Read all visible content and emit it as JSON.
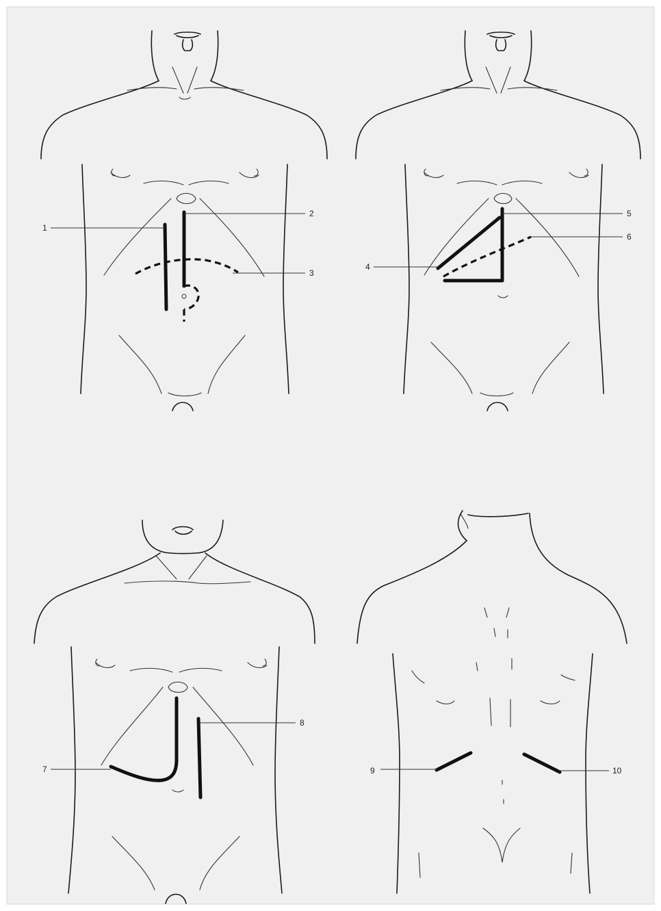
{
  "colors": {
    "background": "#f0f0f0",
    "frame": "#d8d8d8",
    "line": "#1a1a1a"
  },
  "labels": {
    "l1": "1",
    "l2": "2",
    "l3": "3",
    "l4": "4",
    "l5": "5",
    "l6": "6",
    "l7": "7",
    "l8": "8",
    "l9": "9",
    "l10": "10"
  }
}
